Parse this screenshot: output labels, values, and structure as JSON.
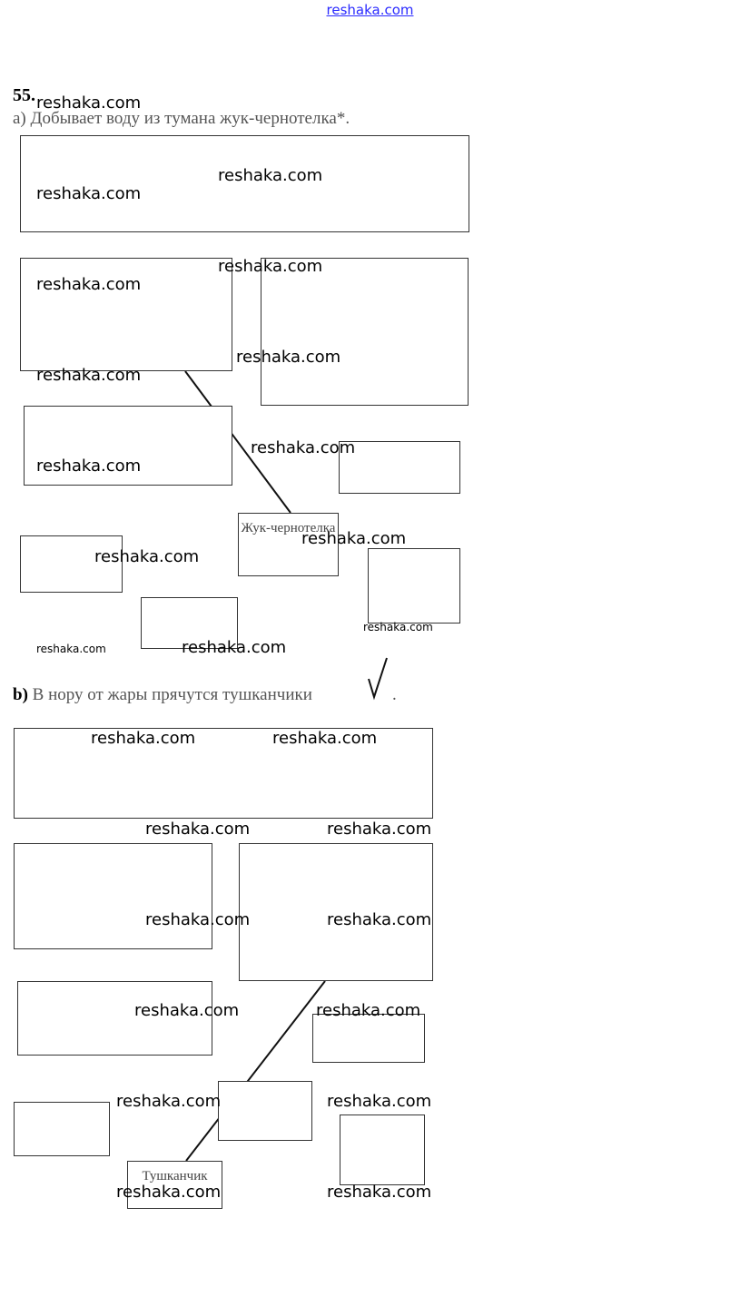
{
  "header": {
    "site_link": "reshaka.com"
  },
  "task": {
    "number": "55.",
    "part_a": "а) Добывает воду из тумана жук-чернотелка*.",
    "part_b_letter": "b)",
    "part_b": " В нору от жары прячутся тушканчики",
    "part_b_check": "✓",
    "part_b_end": " ."
  },
  "diagram_a": {
    "center_label": "Жук-чернотелка"
  },
  "diagram_b": {
    "center_label": "Тушканчик"
  },
  "watermark": "reshaka.com"
}
